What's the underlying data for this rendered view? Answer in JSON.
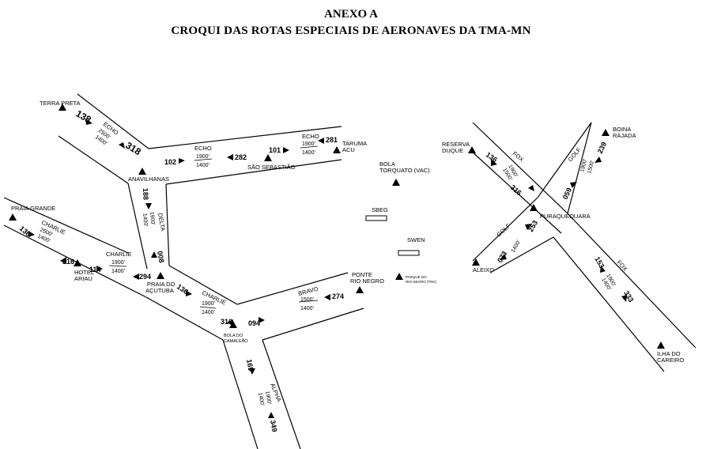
{
  "title": {
    "line1": "ANEXO A",
    "line2": "CROQUI DAS ROTAS ESPECIAIS DE AERONAVES DA TMA-MN"
  },
  "places": {
    "terra_preta": "TERRA PRETA",
    "anavilhanas": "ANAVILHANAS",
    "sao_sebastiao": "SÃO SEBASTIÃO",
    "taruma_1": "TARUMA",
    "taruma_2": "ACU",
    "bola_torquato_1": "BOLA",
    "bola_torquato_2": "TORQUATO (VAC)",
    "sbeg": "SBEG",
    "swen": "SWEN",
    "praia_grande": "PRAIA GRANDE",
    "hotel_1": "HOTEL",
    "hotel_2": "ARIAU",
    "praia_acutuba_1": "PRAIA DO",
    "praia_acutuba_2": "AÇUTUBA",
    "ponte_1": "PONTE",
    "ponte_2": "RIO NEGRO",
    "parque_1": "PARQUE DO",
    "parque_2": "RIO NEGRO (TRK)",
    "bola_camaleao_1": "BOLA DO",
    "bola_camaleao_2": "CAMALEÃO",
    "reserva_1": "RESERVA",
    "reserva_2": "DUQUE",
    "boina_1": "BOINA",
    "boina_2": "RAJADA",
    "puraquequara": "PURAQUEQUARA",
    "aleixo": "ALEIXO",
    "ilha_1": "ILHA DO",
    "ilha_2": "CAREIRO"
  },
  "routes": {
    "echo": "ECHO",
    "delta": "DELTA",
    "charlie": "CHARLIE",
    "bravo": "BRAVO",
    "alpha": "ALPHA",
    "fox": "FOX",
    "golf": "GOLF"
  },
  "altitudes": {
    "a2500": "2500'",
    "a1900": "1900'",
    "a1400": "1400'",
    "a1500": "1500'"
  },
  "headings": {
    "h138": "138",
    "h318": "318",
    "h102": "102",
    "h282": "282",
    "h101": "101",
    "h281": "281",
    "h188": "188",
    "h008": "008",
    "h136": "136",
    "h316": "316",
    "h114": "114",
    "h294": "294",
    "h094": "094",
    "h274": "274",
    "h169": "169",
    "h349": "349",
    "h059": "059",
    "h239": "239",
    "h073": "073",
    "h253": "253",
    "h153": "153",
    "h333": "333"
  }
}
